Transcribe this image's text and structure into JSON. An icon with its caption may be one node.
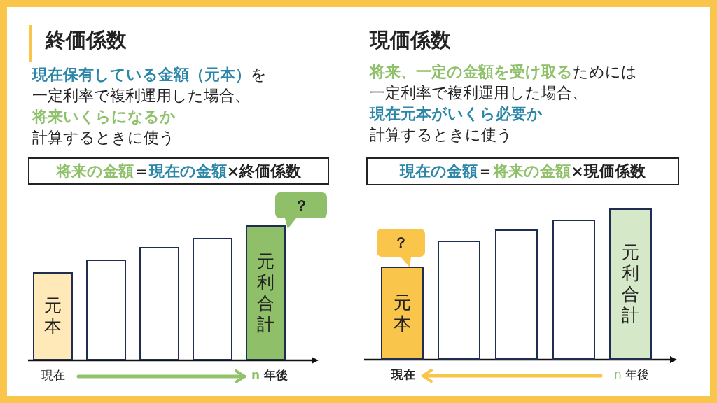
{
  "diagram": {
    "nodes": [
      {
        "text": [
          "将来の金額＝現在の金額×終価係数"
        ]
      },
      {
        "text": [
          "元本"
        ]
      },
      {
        "text": [],
        "shape": "box"
      },
      {
        "text": [],
        "shape": "box"
      },
      {
        "text": [],
        "shape": "box"
      },
      {
        "text": [
          "元利合計"
        ]
      },
      {
        "text": [
          "？"
        ]
      },
      {
        "text": [
          "現在"
        ]
      },
      {
        "text": [
          "n 年後"
        ]
      },
      {
        "text": [
          "現在の金額＝将来の金額×現価係数"
        ]
      },
      {
        "text": [
          "？"
        ]
      },
      {
        "text": [
          "元本"
        ]
      },
      {
        "text": [],
        "shape": "box"
      },
      {
        "text": [],
        "shape": "box"
      },
      {
        "text": [],
        "shape": "box"
      },
      {
        "text": [
          "元利合計"
        ]
      },
      {
        "text": [
          "現在"
        ]
      },
      {
        "text": [
          "n 年後"
        ]
      }
    ],
    "edges": [
      {
        "from": 7,
        "to": 8,
        "arrow": "to",
        "color": "#92c36a"
      },
      {
        "from": 17,
        "to": 16,
        "arrow": "to",
        "color": "#f9c54b"
      }
    ],
    "labels": [
      "終価係数",
      "**現在保有している金額（元本）**を一定利率で複利運用した場合、**将来いくらになるか**計算するときに使う",
      "現価係数",
      "**将来、一定の金額を受け取る**ためには一定利率で複利運用した場合、**現在元本がいくら必要か**計算するときに使う"
    ]
  }
}
